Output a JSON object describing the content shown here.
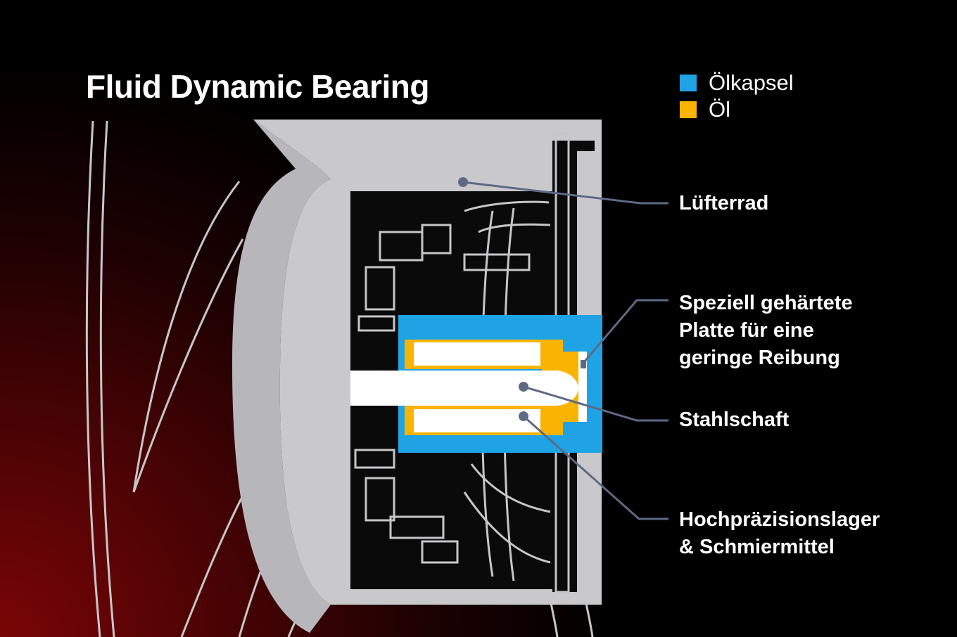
{
  "title": "Fluid Dynamic Bearing",
  "legend": [
    {
      "label": "Ölkapsel",
      "color": "#1fa3e5"
    },
    {
      "label": "Öl",
      "color": "#f8b400"
    }
  ],
  "callouts": {
    "fan": [
      "Lüfterrad"
    ],
    "plate": [
      "Speziell gehärtete",
      "Platte für eine",
      "geringe Reibung"
    ],
    "shaft": [
      "Stahlschaft"
    ],
    "bearing": [
      "Hochpräzisionslager",
      "& Schmiermittel"
    ]
  },
  "colors": {
    "housing": "#c9c9cc",
    "outline": "#c6c6c9",
    "leader": "#5d6a84",
    "capsule": "#1fa3e5",
    "oil": "#f8b400",
    "bearing": "#ffffff"
  }
}
